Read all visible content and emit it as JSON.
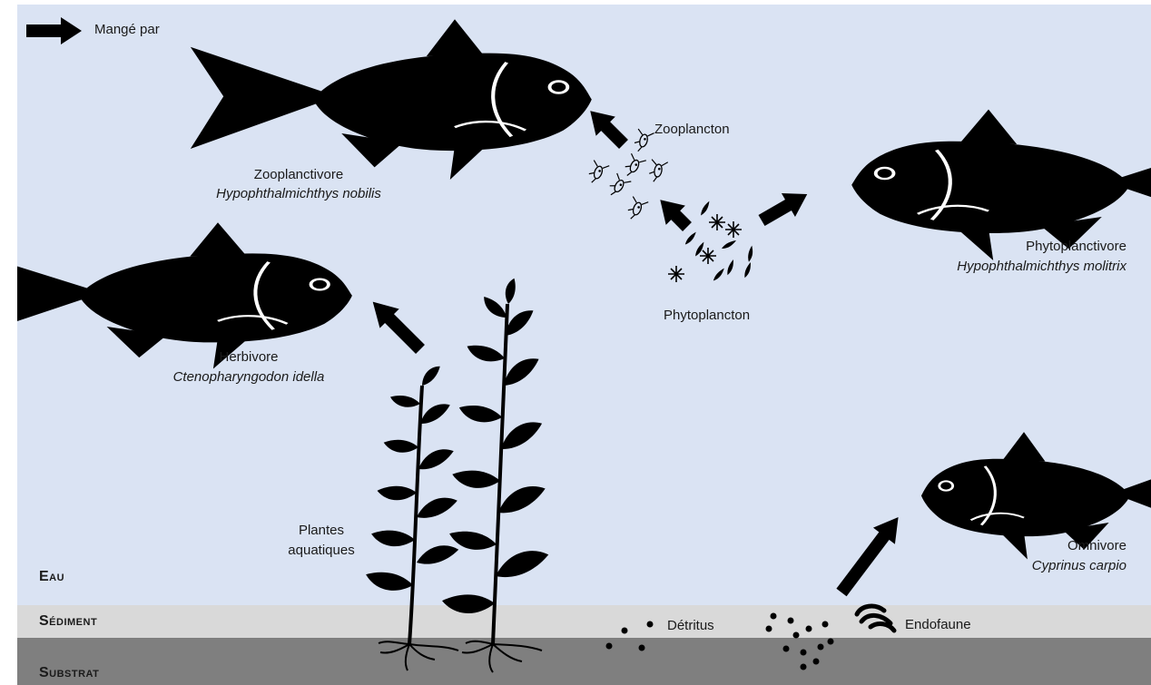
{
  "legend": {
    "label": "Mangé par",
    "icon": "arrow-right-icon"
  },
  "zones": {
    "water": "Eau",
    "sediment": "Sédiment",
    "substrate": "Substrat"
  },
  "colors": {
    "water": "#dae3f3",
    "sediment": "#d9d9d9",
    "substrate": "#7f7f7f",
    "silhouette": "#000000"
  },
  "organisms": {
    "zooplanktivore": {
      "role": "Zooplanctivore",
      "species": "Hypophthalmichthys nobilis"
    },
    "phytoplanktivore": {
      "role": "Phytoplanctivore",
      "species": "Hypophthalmichthys molitrix"
    },
    "herbivore": {
      "role": "Herbivore",
      "species": "Ctenopharyngodon idella"
    },
    "omnivore": {
      "role": "Omnivore",
      "species": "Cyprinus carpio"
    },
    "zooplankton": "Zooplancton",
    "phytoplankton": "Phytoplancton",
    "plants_line1": "Plantes",
    "plants_line2": "aquatiques",
    "detritus": "Détritus",
    "endofauna": "Endofaune"
  }
}
